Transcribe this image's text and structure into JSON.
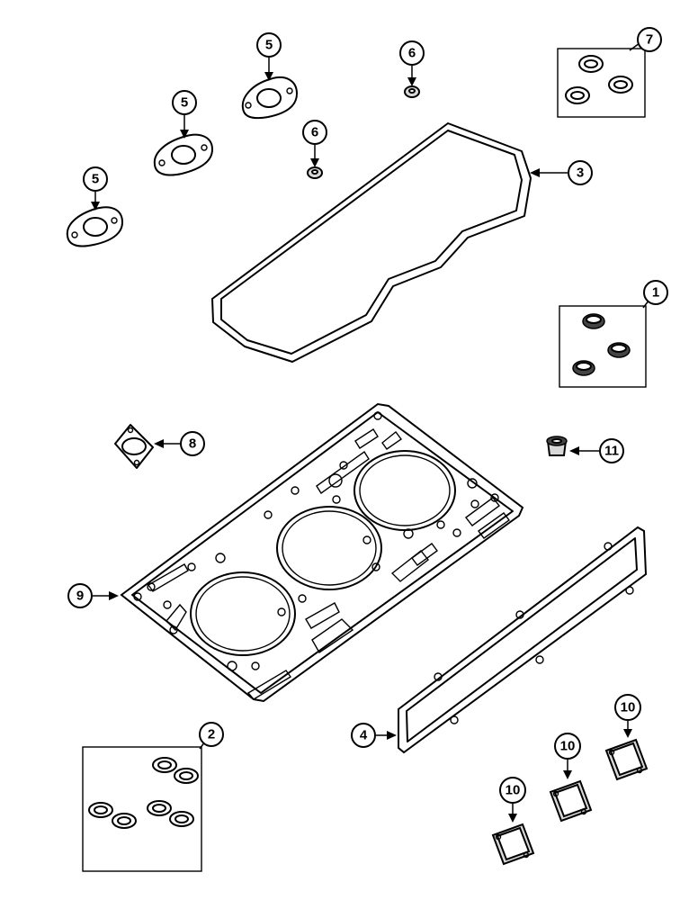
{
  "callouts": {
    "c1": "1",
    "c2": "2",
    "c3": "3",
    "c4": "4",
    "c5a": "5",
    "c5b": "5",
    "c5c": "5",
    "c6a": "6",
    "c6b": "6",
    "c7": "7",
    "c8": "8",
    "c9": "9",
    "c10a": "10",
    "c10b": "10",
    "c10c": "10",
    "c11": "11"
  }
}
